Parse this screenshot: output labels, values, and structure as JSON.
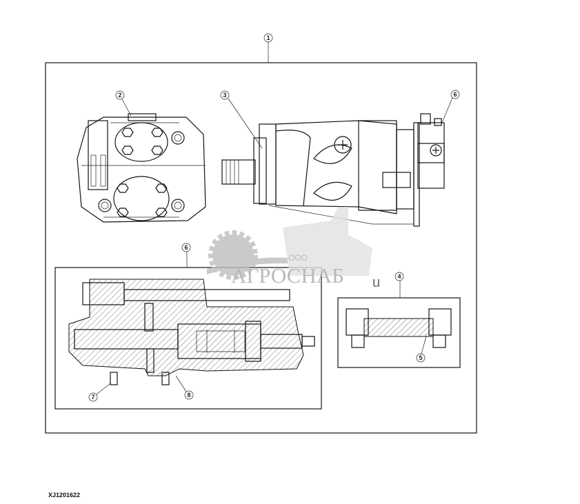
{
  "diagram": {
    "callouts": [
      {
        "id": "c1",
        "label": "1"
      },
      {
        "id": "c2",
        "label": "2"
      },
      {
        "id": "c3",
        "label": "3"
      },
      {
        "id": "c6a",
        "label": "6"
      },
      {
        "id": "c6b",
        "label": "6"
      },
      {
        "id": "c4",
        "label": "4"
      },
      {
        "id": "c5",
        "label": "5"
      },
      {
        "id": "c7",
        "label": "7"
      },
      {
        "id": "c8",
        "label": "8"
      }
    ],
    "reference_code": "XJ1201622"
  },
  "watermark": {
    "company_prefix": "ООО",
    "company_name": "АГРОСНАБ",
    "suffix": "u",
    "color": "#a9a9a9"
  }
}
